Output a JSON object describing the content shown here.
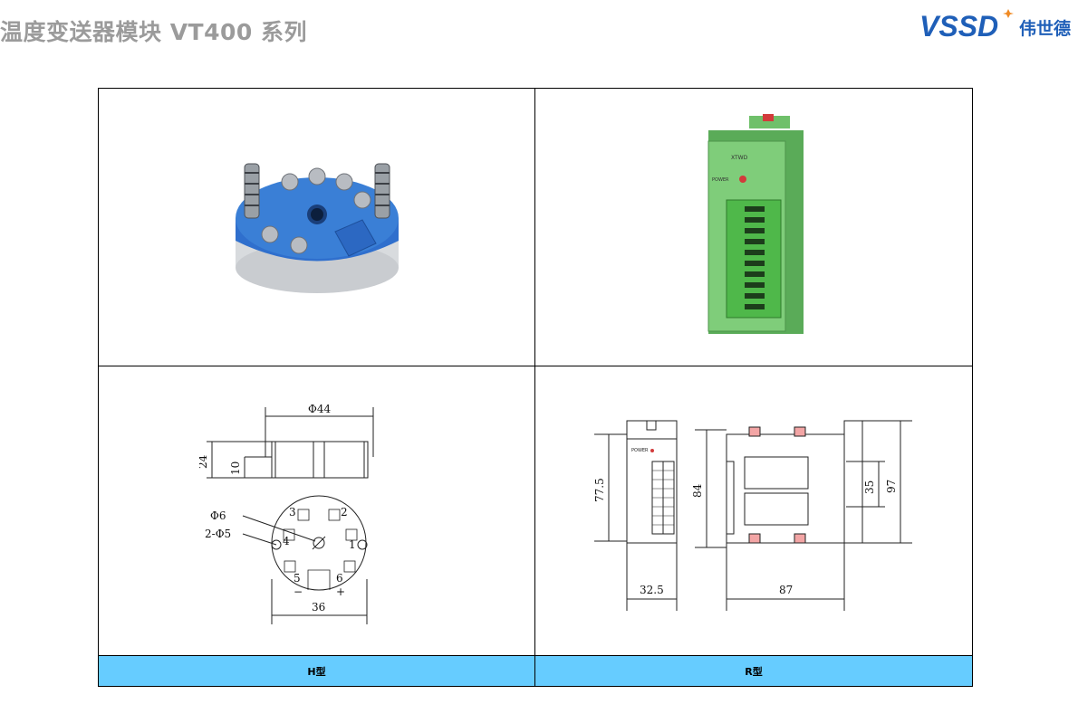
{
  "page": {
    "title": "温度变送器模块 VT400 系列"
  },
  "logo": {
    "text": "VSSD",
    "cn": "伟世德",
    "color": "#1f5fb8"
  },
  "grid": {
    "labels": [
      "H型",
      "R型"
    ]
  },
  "drawing_h": {
    "diameter_top": "Φ44",
    "height_total": "24",
    "height_inner": "10",
    "hole_center": "Φ6",
    "holes_mount": "2-Φ5",
    "width_bottom": "36",
    "terminals": [
      "1",
      "2",
      "3",
      "4",
      "5",
      "6"
    ],
    "minus": "−",
    "plus": "+"
  },
  "drawing_r": {
    "height_front": "77.5",
    "width_front": "32.5",
    "height_side": "84",
    "width_side": "87",
    "rail": "35",
    "height_total": "97",
    "power_label": "POWER"
  },
  "photo_r": {
    "model_text": "XTWD",
    "power_text": "POWER"
  },
  "colors": {
    "header_cell": "#66ccff",
    "h_module_blue": "#3a7fd6",
    "r_module_green": "#6fc06a"
  }
}
